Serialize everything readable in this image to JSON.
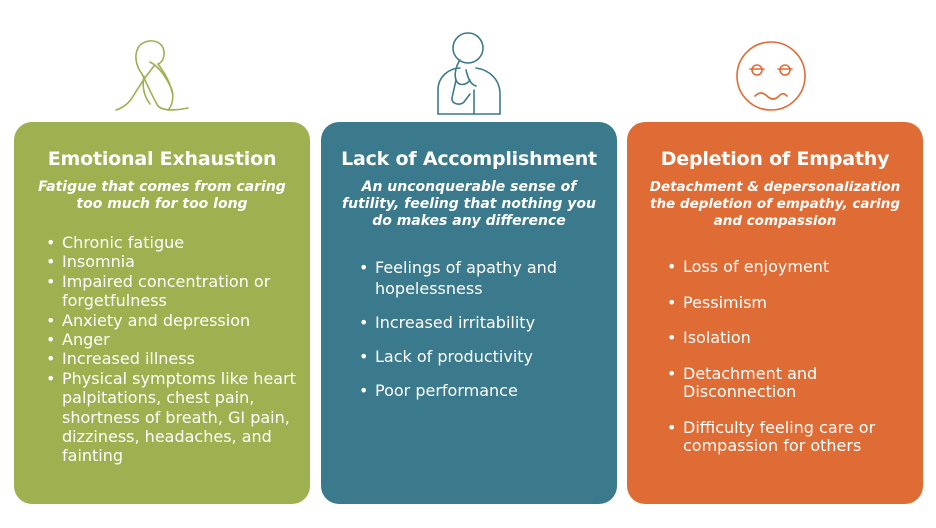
{
  "colors": {
    "card_1": "#9eb04f",
    "card_2": "#3b7a8c",
    "card_3": "#e06c35"
  },
  "columns": [
    {
      "icon": "curled-up-person-icon",
      "title": "Emotional Exhaustion",
      "subtitle": "Fatigue that comes from caring too much for too long",
      "items": [
        "Chronic fatigue",
        "Insomnia",
        "Impaired concentration or forgetfulness",
        "Anxiety and depression",
        "Anger",
        "Increased illness",
        "Physical symptoms like heart palpitations, chest pain, shortness of breath, GI pain, dizziness, headaches, and fainting"
      ]
    },
    {
      "icon": "thinking-person-icon",
      "title": "Lack of Accomplishment",
      "subtitle": "An unconquerable sense of futility, feeling that nothing you do makes any difference",
      "items": [
        "Feelings of apathy and hopelessness",
        "Increased irritability",
        "Lack of productivity",
        "Poor performance"
      ]
    },
    {
      "icon": "unhappy-face-icon",
      "title": "Depletion of Empathy",
      "subtitle": "Detachment & depersonalization the depletion of empathy, caring and compassion",
      "items": [
        "Loss of enjoyment",
        "Pessimism",
        "Isolation",
        "Detachment and Disconnection",
        "Difficulty feeling care or compassion for others"
      ]
    }
  ]
}
